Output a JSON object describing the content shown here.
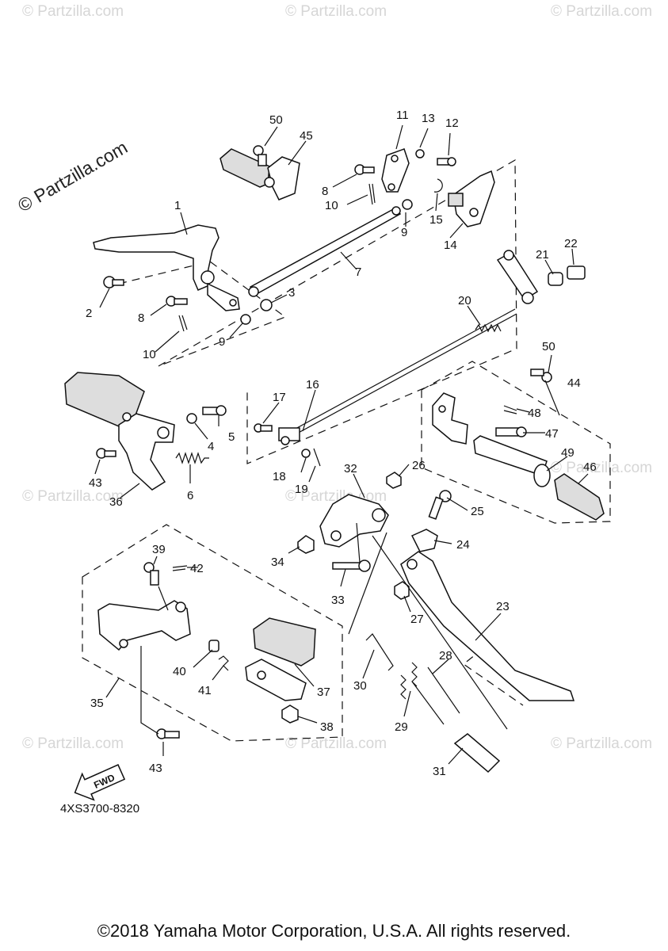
{
  "watermark": {
    "text": "© Partzilla.com"
  },
  "brand": {
    "text": "© Partzilla.com"
  },
  "diagram_code": "4XS3700-8320",
  "fwd_label": "FWD",
  "copyright": "©2018 Yamaha Motor Corporation, U.S.A. All rights reserved.",
  "callouts": {
    "c1": "1",
    "c2": "2",
    "c3": "3",
    "c4": "4",
    "c5": "5",
    "c6": "6",
    "c7": "7",
    "c8a": "8",
    "c8b": "8",
    "c9a": "9",
    "c9b": "9",
    "c10a": "10",
    "c10b": "10",
    "c11": "11",
    "c12": "12",
    "c13": "13",
    "c14": "14",
    "c15": "15",
    "c16": "16",
    "c17": "17",
    "c18": "18",
    "c19": "19",
    "c20": "20",
    "c21": "21",
    "c22": "22",
    "c23": "23",
    "c24": "24",
    "c25": "25",
    "c26": "26",
    "c27": "27",
    "c28": "28",
    "c29": "29",
    "c30": "30",
    "c31": "31",
    "c32": "32",
    "c33": "33",
    "c34": "34",
    "c35": "35",
    "c36": "36",
    "c37": "37",
    "c38": "38",
    "c39": "39",
    "c40": "40",
    "c41": "41",
    "c42": "42",
    "c43a": "43",
    "c43b": "43",
    "c44": "44",
    "c45": "45",
    "c46": "46",
    "c47": "47",
    "c48": "48",
    "c49": "49",
    "c50a": "50",
    "c50b": "50"
  }
}
